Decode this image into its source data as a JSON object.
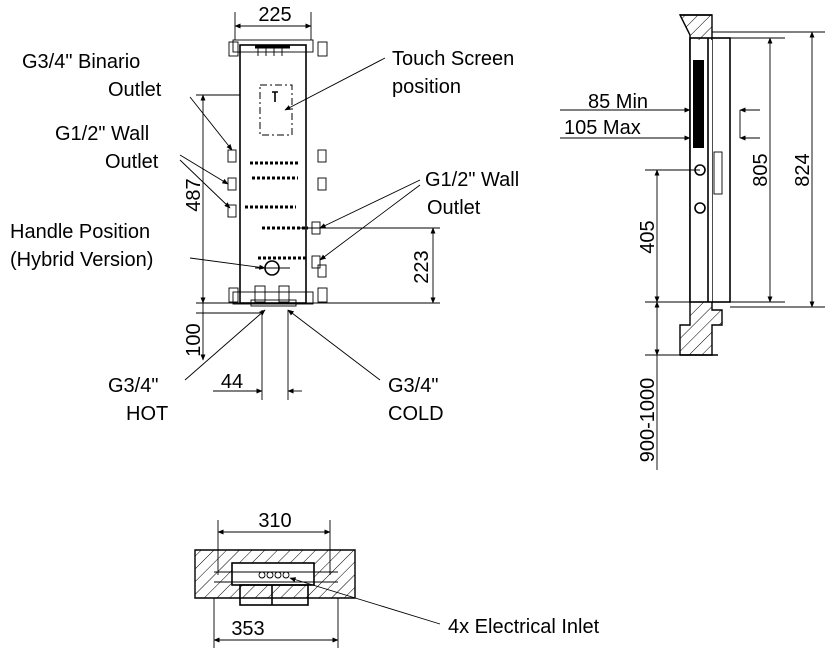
{
  "front_view": {
    "dims": {
      "width": "225",
      "height_487": "487",
      "height_223": "223",
      "bottom_100": "100",
      "spacing_44": "44"
    },
    "labels": {
      "binario_line1": "G3/4\" Binario",
      "binario_line2": "Outlet",
      "touch_line1": "Touch Screen",
      "touch_line2": "position",
      "wall_left_line1": "G1/2\" Wall",
      "wall_left_line2": "Outlet",
      "wall_right_line1": "G1/2\" Wall",
      "wall_right_line2": "Outlet",
      "handle_line1": "Handle Position",
      "handle_line2": "(Hybrid Version)",
      "hot_line1": "G3/4\"",
      "hot_line2": "HOT",
      "cold_line1": "G3/4\"",
      "cold_line2": "COLD"
    }
  },
  "side_view": {
    "dims": {
      "min_depth": "85 Min",
      "max_depth": "105 Max",
      "height_805": "805",
      "height_824": "824",
      "height_405": "405",
      "floor_range": "900-1000"
    }
  },
  "plan_view": {
    "dims": {
      "width_310": "310",
      "width_353": "353"
    },
    "labels": {
      "electrical": "4x Electrical Inlet"
    }
  }
}
